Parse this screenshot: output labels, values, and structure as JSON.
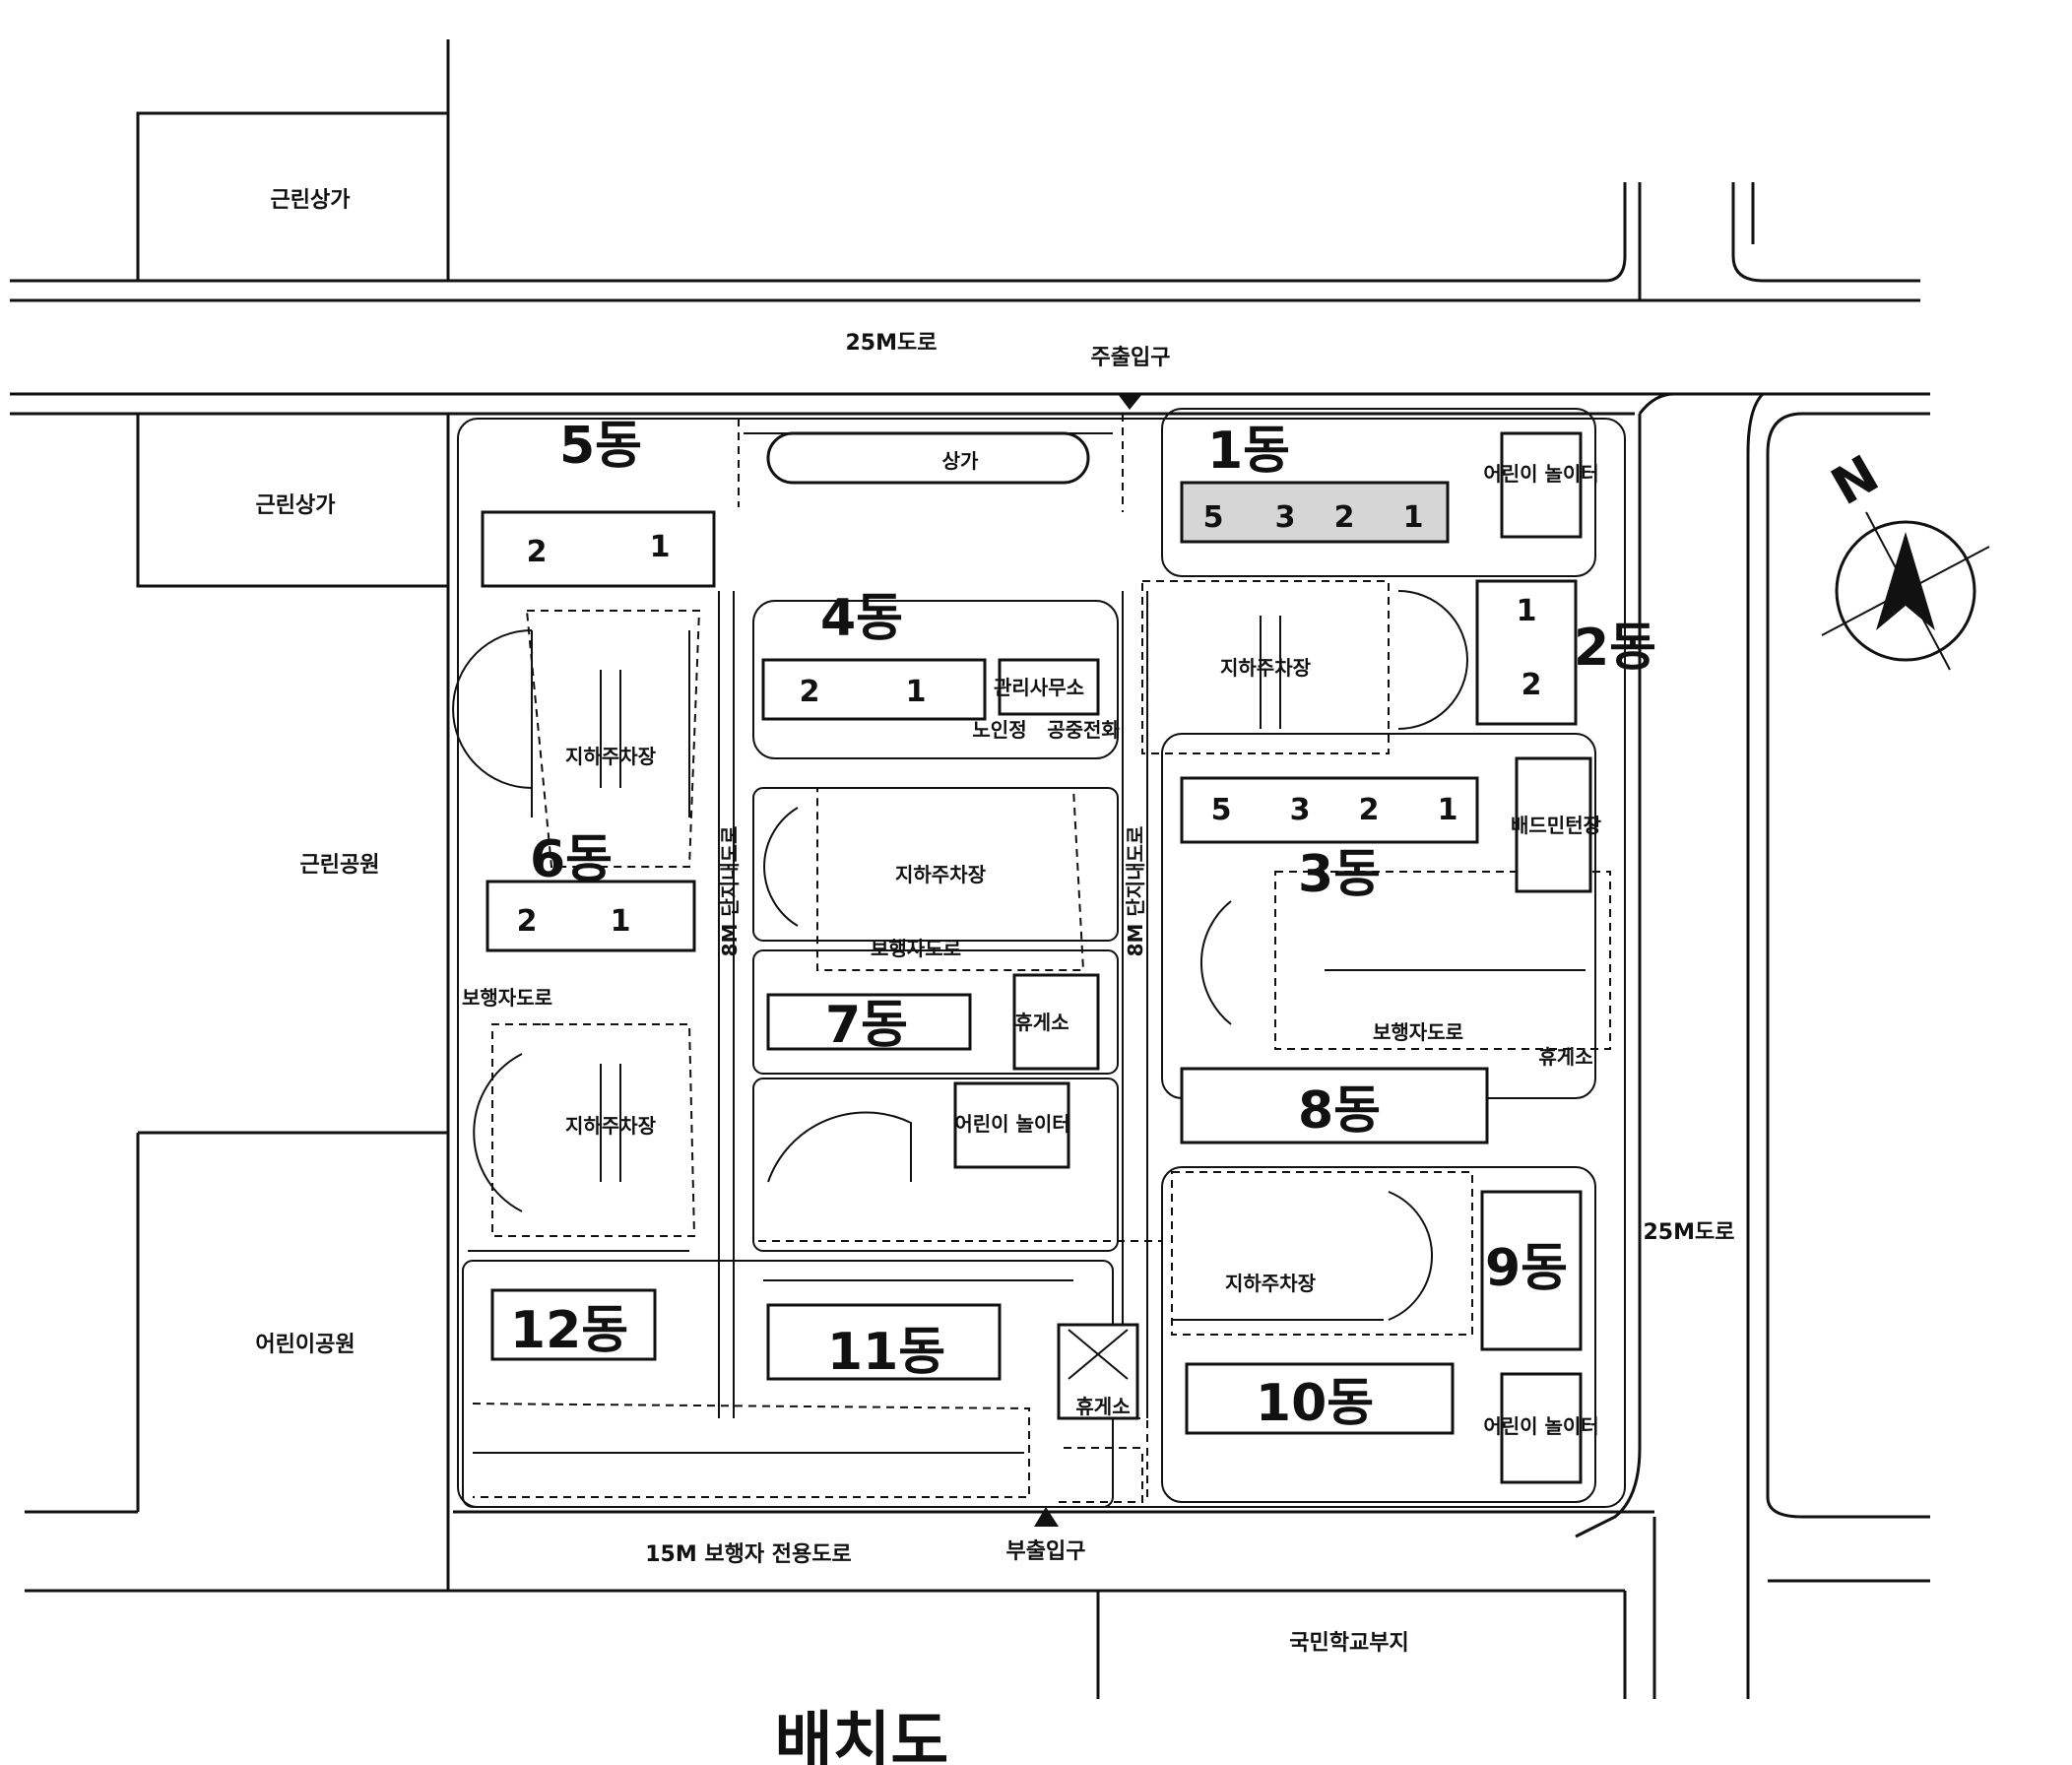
{
  "title": "배치도",
  "roads": {
    "north": "25M도로",
    "east": "25M도로",
    "south": "15M 보행자 전용도로",
    "inner_west": "8M 단지내도로",
    "inner_east": "8M 단지내도로"
  },
  "entrances": {
    "main": "주출입구",
    "sub": "부출입구"
  },
  "surroundings": {
    "commercial_top": "근린상가",
    "commercial_mid": "근린상가",
    "park": "근린공원",
    "kids_park": "어린이공원",
    "school": "국민학교부지"
  },
  "buildings": [
    {
      "name": "1동",
      "units": [
        "5",
        "3",
        "2",
        "1"
      ]
    },
    {
      "name": "2동",
      "units": [
        "1",
        "2"
      ]
    },
    {
      "name": "3동",
      "units": [
        "5",
        "3",
        "2",
        "1"
      ]
    },
    {
      "name": "4동",
      "units": [
        "2",
        "1"
      ]
    },
    {
      "name": "5동",
      "units": [
        "2",
        "1"
      ]
    },
    {
      "name": "6동",
      "units": [
        "2",
        "1"
      ]
    },
    {
      "name": "7동"
    },
    {
      "name": "8동"
    },
    {
      "name": "9동"
    },
    {
      "name": "10동"
    },
    {
      "name": "11동"
    },
    {
      "name": "12동"
    }
  ],
  "facilities": {
    "shop": "상가",
    "office": "관리사무소",
    "senior": "노인정",
    "phone": "공중전화",
    "playground": "어린이 놀이터",
    "rest": "휴게소",
    "badminton": "배드민턴장",
    "parking": "지하주차장",
    "footpath": "보행자도로"
  },
  "compass": {
    "label": "N"
  }
}
